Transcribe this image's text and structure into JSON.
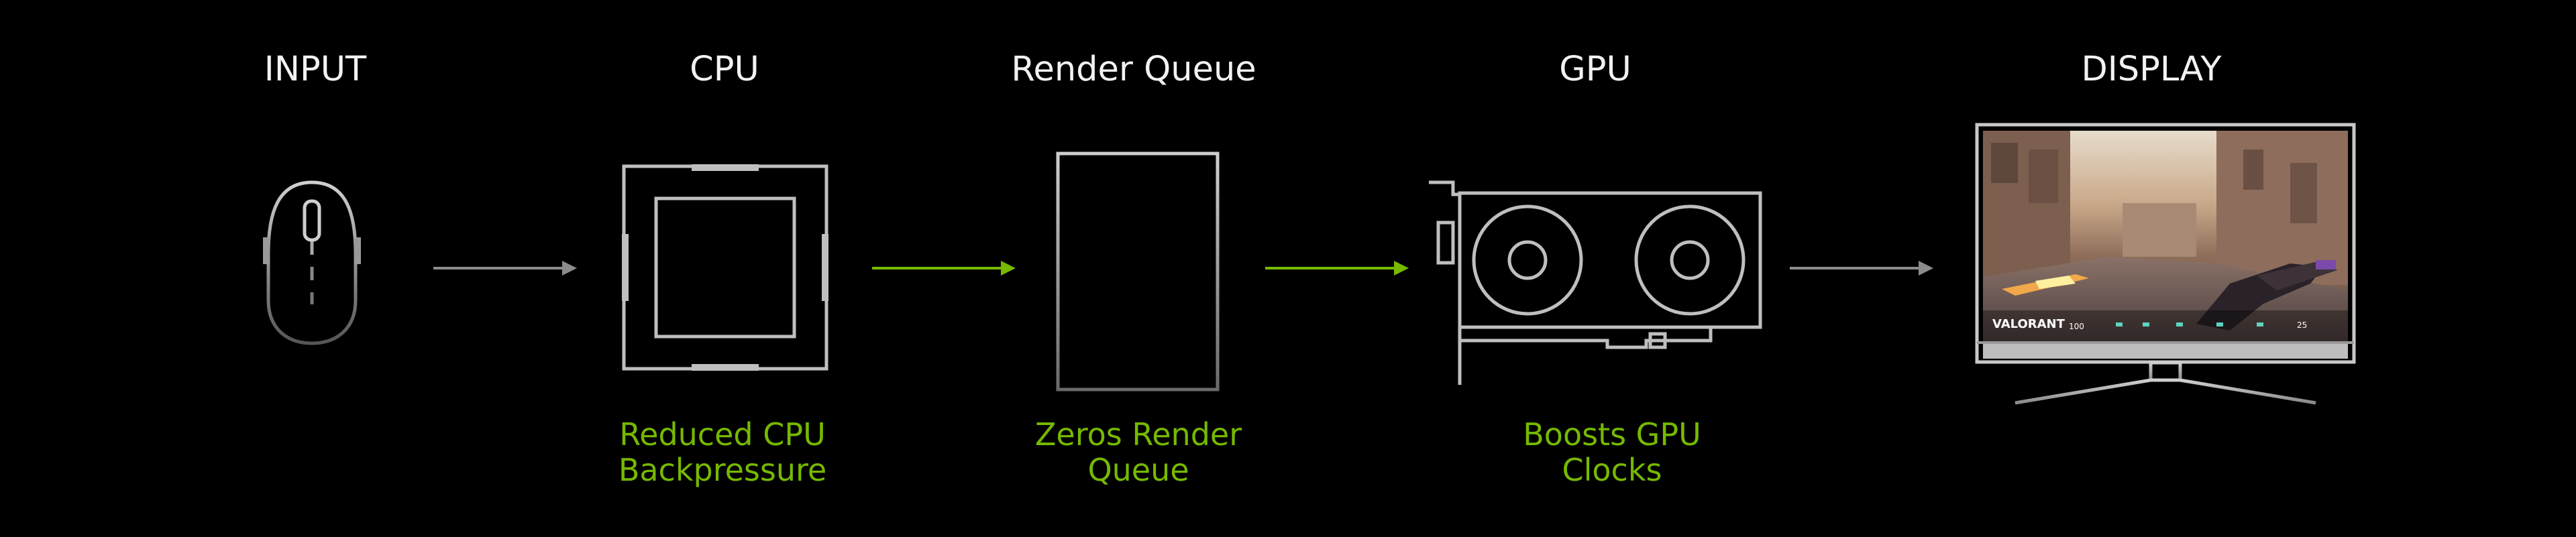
{
  "stages": [
    {
      "label": "INPUT"
    },
    {
      "label": "CPU",
      "note": "Reduced CPU\nBackpressure"
    },
    {
      "label": "Render Queue",
      "note": "Zeros Render\nQueue"
    },
    {
      "label": "GPU",
      "note": "Boosts GPU\nClocks"
    },
    {
      "label": "DISPLAY"
    }
  ],
  "arrows": [
    {
      "from": "INPUT",
      "to": "CPU",
      "color": "#8c8c8c"
    },
    {
      "from": "CPU",
      "to": "Render Queue",
      "color": "#76b900"
    },
    {
      "from": "Render Queue",
      "to": "GPU",
      "color": "#76b900"
    },
    {
      "from": "GPU",
      "to": "DISPLAY",
      "color": "#8c8c8c"
    }
  ],
  "display_screen": {
    "game_logo": "VALORANT",
    "hud": [
      "100",
      "25"
    ]
  },
  "colors": {
    "accent": "#76b900",
    "icon_stroke": "#b8b8b8",
    "background": "#000000"
  }
}
